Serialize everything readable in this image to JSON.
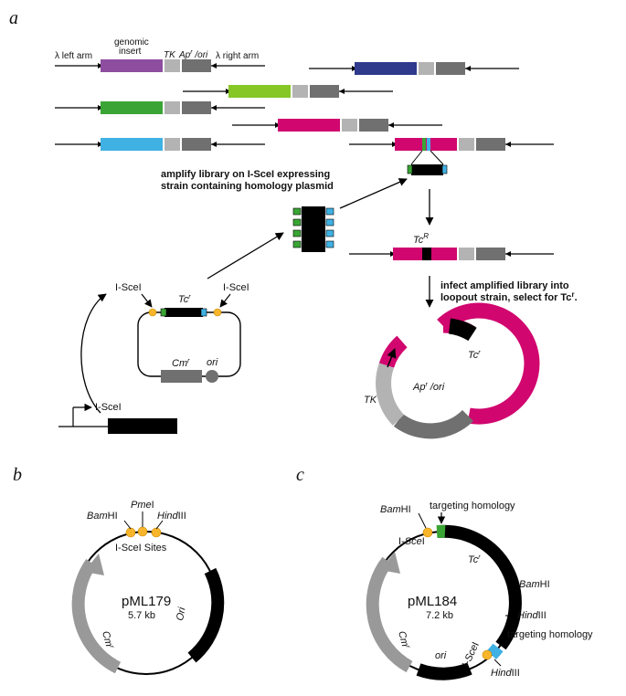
{
  "panels": {
    "a": "a",
    "b": "b",
    "c": "c"
  },
  "colors": {
    "purple": "#8e4ea0",
    "navy": "#2f3a8c",
    "lime": "#86c726",
    "green": "#3aa535",
    "magenta": "#d1066f",
    "cyan": "#3fb1e3",
    "light_gray": "#b3b3b3",
    "dark_gray": "#707070",
    "black": "#000000",
    "orange": "#f7b52b",
    "sce_green": "#3aa535",
    "sce_blue": "#3fb1e3"
  },
  "panel_a": {
    "lambda_left_arm": "λ left arm",
    "genomic_insert_1": "genomic",
    "genomic_insert_2": "insert",
    "tk": "TK",
    "apr_ori": "Ap",
    "apr_sup": "r",
    "apr_ori_suffix": " /ori",
    "lambda_right_arm": "λ right arm",
    "amplify_1": "amplify library on I-SceI expressing",
    "amplify_2": "strain containing homology plasmid",
    "tcr_top": "Tc",
    "tcr_top_sup": "R",
    "infect_1": "infect amplified library into",
    "infect_2": "loopout strain, select for Tc",
    "infect_2_sup": "r",
    "infect_2_end": ".",
    "isce_left": "I-SceI",
    "isce_right": "I-SceI",
    "tc_plasmid": "Tc",
    "tc_plasmid_sup": "r",
    "cm_plasmid": "Cm",
    "cm_plasmid_sup": "r",
    "ori_plasmid": "ori",
    "isce_gene": "I-SceI",
    "loop_tc": "Tc",
    "loop_tc_sup": "r",
    "loop_tk": "TK",
    "loop_apr": "Ap",
    "loop_apr_sup": "r",
    "loop_apr_suffix": " /ori"
  },
  "panel_b": {
    "name": "pML179",
    "size": "5.7 kb",
    "bamhi": "BamHI",
    "pmei": "PmeI",
    "hindiii": "HindIII",
    "sites": "I-SceI Sites",
    "cm": "Cm",
    "cm_sup": "r",
    "ori": "Ori"
  },
  "panel_c": {
    "name": "pML184",
    "size": "7.2 kb",
    "bamhi_top": "BamHI",
    "targeting_top": "targeting homology",
    "isce_top": "I-SceI",
    "tc": "Tc",
    "tc_sup": "r",
    "bamhi_right": "BamHI",
    "hindiii_right": "HindIII",
    "targeting_bottom": "targeting homology",
    "isce_bottom": "I-SceI",
    "hindiii_bottom": "HindIII",
    "cm": "Cm",
    "cm_sup": "r",
    "ori": "ori"
  }
}
